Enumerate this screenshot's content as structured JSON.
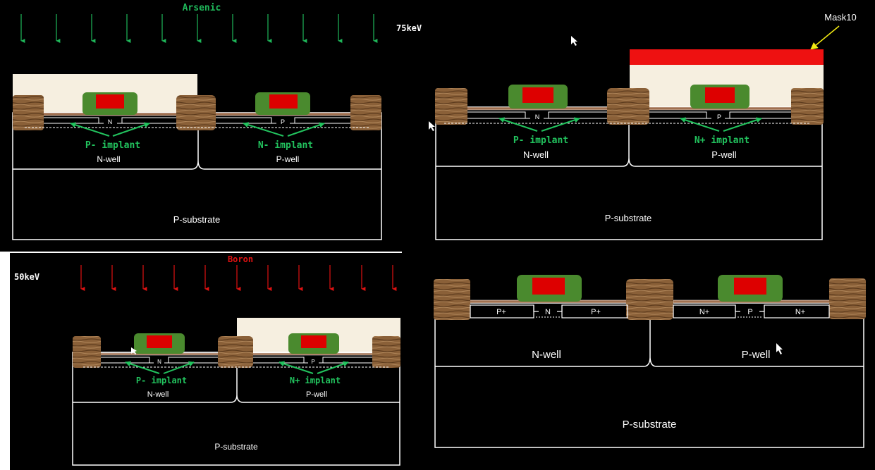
{
  "colors": {
    "background": "#000000",
    "arsenic": "#1fb85a",
    "boron": "#e01212",
    "implant_label": "#22c35e",
    "mask_red": "#ee1111",
    "photoresist": "#f6efe0",
    "gate_green": "#4a8a2e",
    "gate_red": "#dd0000",
    "oxide_wood": "#8a6038",
    "outline": "#ffffff",
    "mask_arrow": "#f2ea12"
  },
  "panel_top_left": {
    "dopant": "Arsenic",
    "energy": "75keV",
    "nmos_channel": "N",
    "pmos_channel": "P",
    "left_implant": "P- implant",
    "right_implant": "N- implant",
    "left_well": "N-well",
    "right_well": "P-well",
    "substrate": "P-substrate"
  },
  "panel_top_right": {
    "mask_label": "Mask10",
    "nmos_channel": "N",
    "pmos_channel": "P",
    "left_implant": "P- implant",
    "right_implant": "N+ implant",
    "left_well": "N-well",
    "right_well": "P-well",
    "substrate": "P-substrate"
  },
  "panel_bottom_left": {
    "dopant": "Boron",
    "energy": "50keV",
    "nmos_channel": "N",
    "pmos_channel": "P",
    "left_implant": "P- implant",
    "right_implant": "N+ implant",
    "left_well": "N-well",
    "right_well": "P-well",
    "substrate": "P-substrate"
  },
  "panel_bottom_right": {
    "left_src": "P+",
    "left_channel": "N",
    "left_drn": "P+",
    "right_src": "N+",
    "right_channel": "P",
    "right_drn": "N+",
    "left_well": "N-well",
    "right_well": "P-well",
    "substrate": "P-substrate"
  }
}
